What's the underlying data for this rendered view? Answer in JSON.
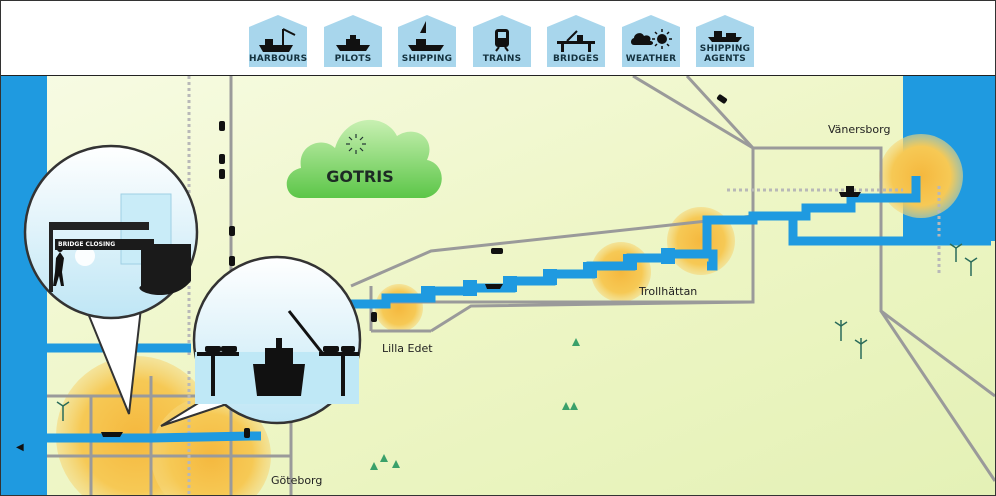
{
  "nav": {
    "items": [
      {
        "id": "harbours",
        "line1": "HARBOURS",
        "line2": "",
        "icon": "crane-ship-icon"
      },
      {
        "id": "pilots",
        "line1": "PILOTS",
        "line2": "",
        "icon": "pilot-boat-icon"
      },
      {
        "id": "shipping",
        "line1": "SHIPPING",
        "line2": "",
        "icon": "sailboat-ship-icon"
      },
      {
        "id": "trains",
        "line1": "TRAINS",
        "line2": "",
        "icon": "train-icon"
      },
      {
        "id": "bridges",
        "line1": "BRIDGES",
        "line2": "",
        "icon": "bridge-icon"
      },
      {
        "id": "weather",
        "line1": "WEATHER",
        "line2": "",
        "icon": "cloud-sun-icon"
      },
      {
        "id": "shipping-agents",
        "line1": "SHIPPING",
        "line2": "AGENTS",
        "icon": "cargo-ship-icon"
      }
    ]
  },
  "map": {
    "logo": "GOTRIS",
    "places": {
      "vanersborg": "Vänersborg",
      "trollhattan": "Trollhättan",
      "lilla_edet": "Lilla Edet",
      "goteborg": "Göteborg"
    },
    "bridge_sign": "BRIDGE CLOSING"
  },
  "colors": {
    "water": "#1f9ae0",
    "land": "#eef6c8",
    "road": "#9a9a9a",
    "zone": "#f6c44c",
    "nav_hex": "#a8d6ec",
    "cloud": "#7fd062"
  }
}
